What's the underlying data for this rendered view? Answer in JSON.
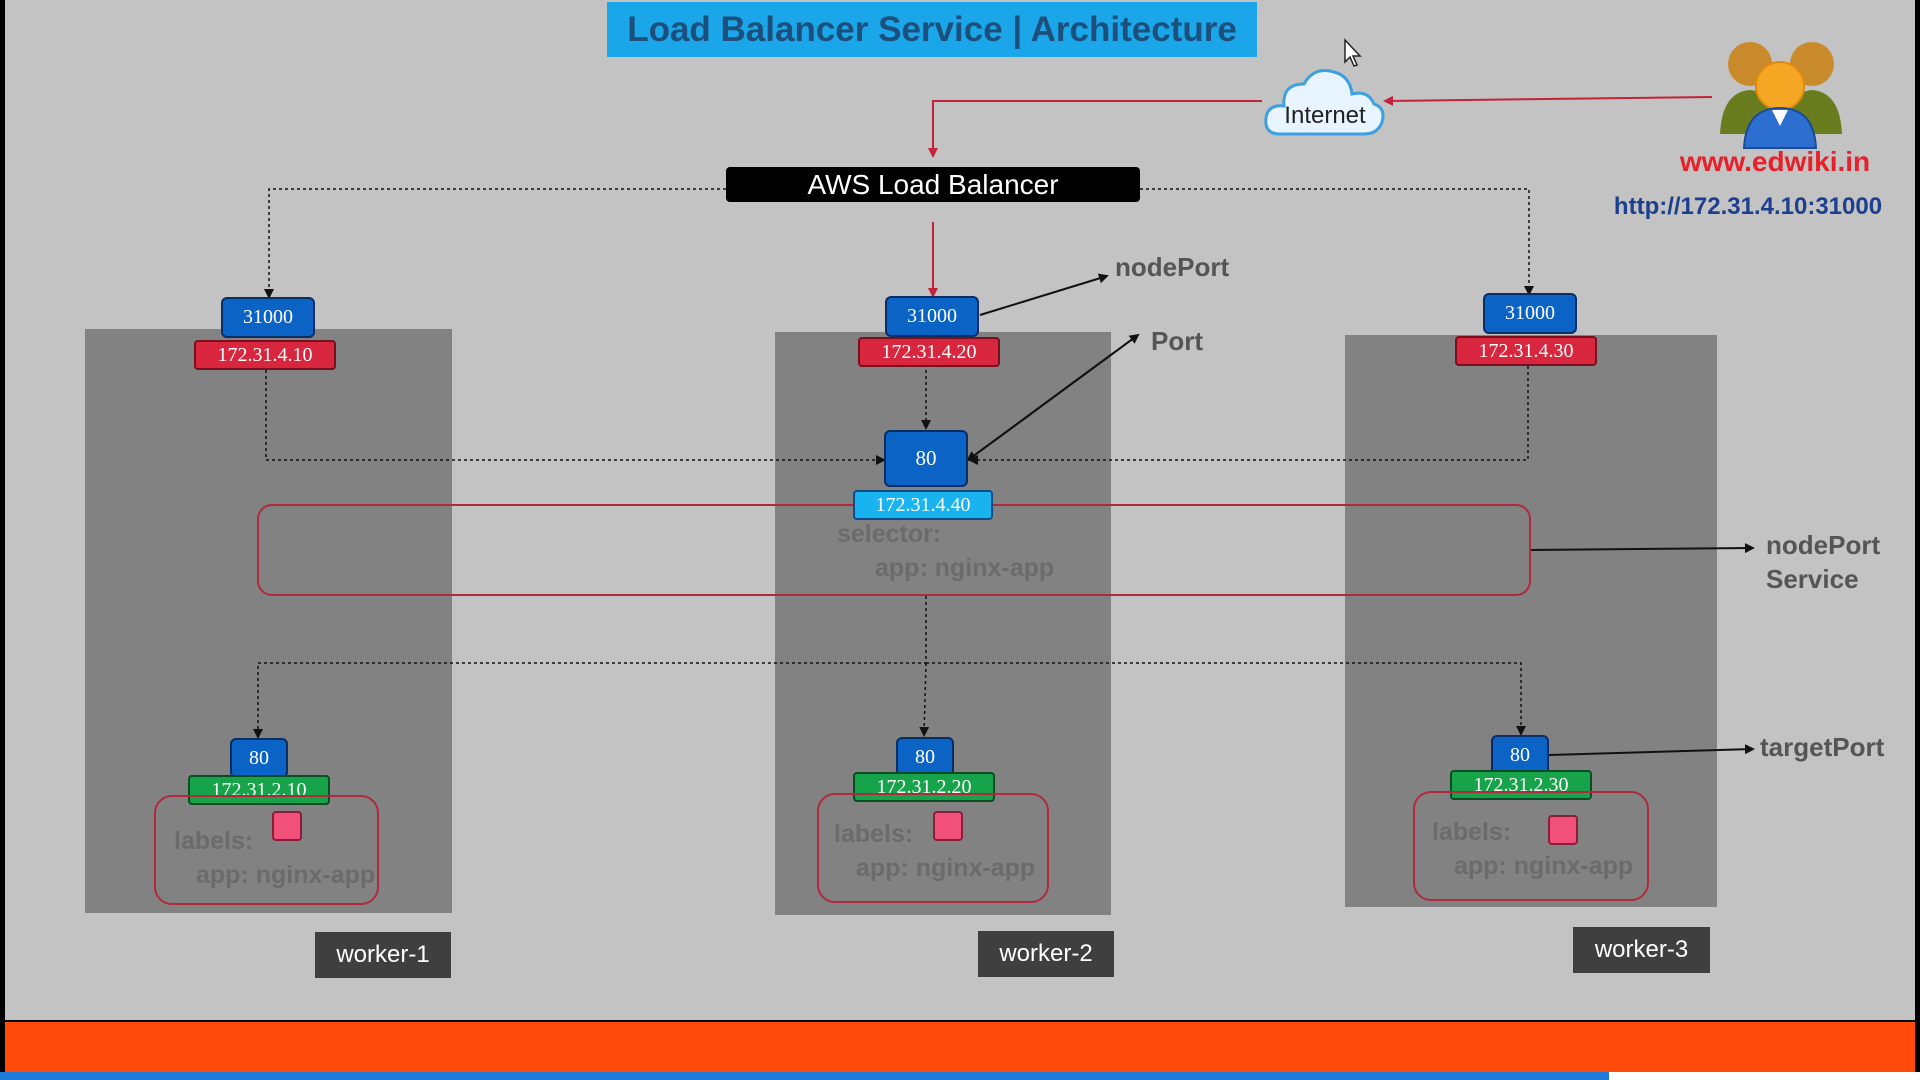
{
  "title": "Load Balancer Service | Architecture",
  "internet_label": "Internet",
  "load_balancer_label": "AWS Load Balancer",
  "site": "www.edwiki.in",
  "url": "http://172.31.4.10:31000",
  "callouts": {
    "node_port": "nodePort",
    "port": "Port",
    "node_port_service_line1": "nodePort",
    "node_port_service_line2": "Service",
    "target_port": "targetPort"
  },
  "service": {
    "port": "80",
    "ip": "172.31.4.40",
    "selector_label": "selector:",
    "selector_value": "app: nginx-app"
  },
  "workers": [
    {
      "name": "worker-1",
      "node_port": "31000",
      "node_ip": "172.31.4.10",
      "pod_port": "80",
      "pod_ip": "172.31.2.10",
      "labels_label": "labels:",
      "labels_value": "app: nginx-app"
    },
    {
      "name": "worker-2",
      "node_port": "31000",
      "node_ip": "172.31.4.20",
      "pod_port": "80",
      "pod_ip": "172.31.2.20",
      "labels_label": "labels:",
      "labels_value": "app: nginx-app"
    },
    {
      "name": "worker-3",
      "node_port": "31000",
      "node_ip": "172.31.4.30",
      "pod_port": "80",
      "pod_ip": "172.31.2.30",
      "labels_label": "labels:",
      "labels_value": "app: nginx-app"
    }
  ],
  "colors": {
    "title_bg": "#1aa6e8",
    "title_text": "#1d4f7c",
    "port_blue": "#0b63c5",
    "node_ip_red": "#d7263d",
    "pod_ip_green": "#16a34a",
    "service_ip_cyan": "#19b4f0",
    "site_red": "#e8202a",
    "url_navy": "#1d3f8f",
    "bottom_bar": "#ff4a0b"
  }
}
